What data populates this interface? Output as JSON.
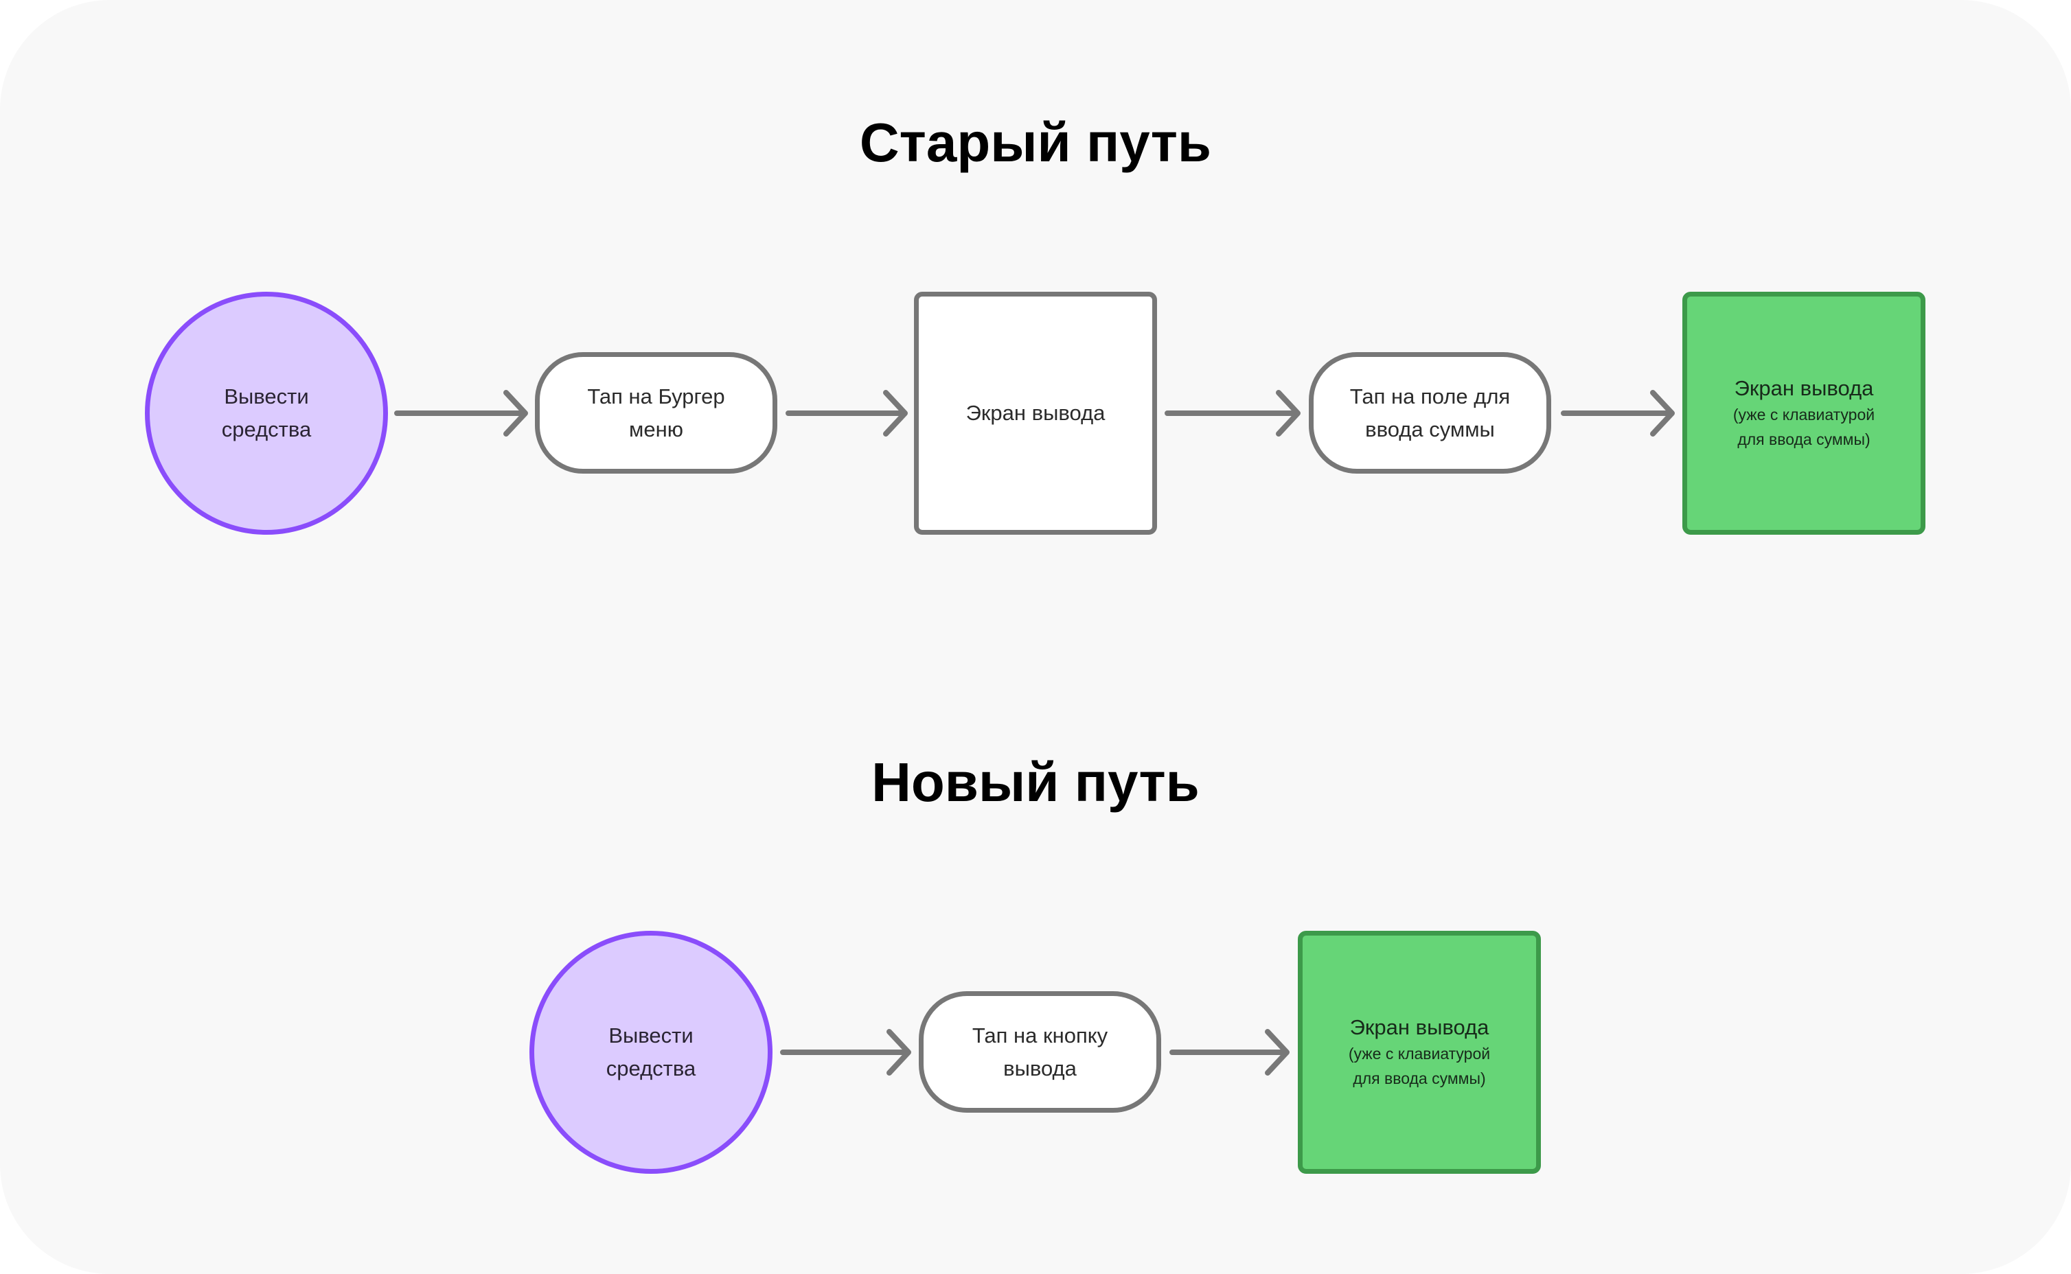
{
  "old_path": {
    "title": "Старый путь",
    "nodes": [
      {
        "type": "start",
        "label": "Вывести\nсредства"
      },
      {
        "type": "action",
        "label": "Тап на Бургер\nменю"
      },
      {
        "type": "screen",
        "label": "Экран вывода"
      },
      {
        "type": "action",
        "label": "Тап на поле для\nввода суммы"
      },
      {
        "type": "result",
        "label": "Экран вывода",
        "sublabel": "(уже с клавиатурой\nдля ввода суммы)"
      }
    ]
  },
  "new_path": {
    "title": "Новый путь",
    "nodes": [
      {
        "type": "start",
        "label": "Вывести\nсредства"
      },
      {
        "type": "action",
        "label": "Тап на кнопку\nвывода"
      },
      {
        "type": "result",
        "label": "Экран вывода",
        "sublabel": "(уже с клавиатурой\nдля ввода суммы)"
      }
    ]
  },
  "colors": {
    "background": "#f8f8f8",
    "start_fill": "#dccbff",
    "start_stroke": "#8a4dfb",
    "result_fill": "#66d577",
    "result_stroke": "#3d9a4a",
    "neutral_stroke": "#777777",
    "arrow": "#787878"
  }
}
